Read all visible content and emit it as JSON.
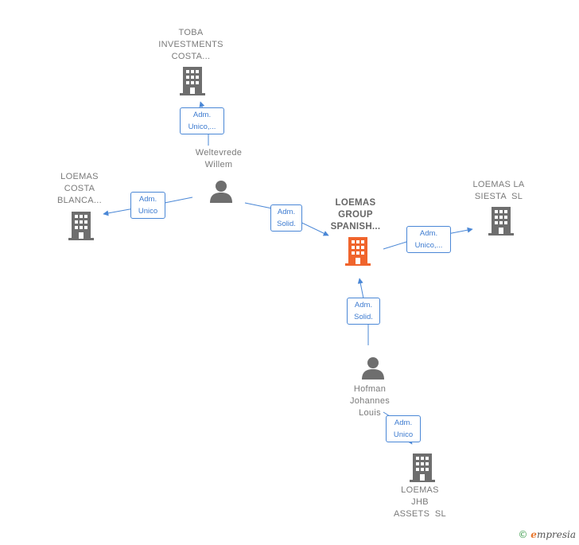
{
  "colors": {
    "edge": "#4a87d6",
    "building_default": "#6e6e6e",
    "building_focus": "#f0642c",
    "person": "#6e6e6e"
  },
  "nodes": {
    "toba": {
      "icon": "building-icon",
      "lines": [
        "TOBA",
        "INVESTMENTS",
        "COSTA..."
      ]
    },
    "weltevrede": {
      "icon": "person-icon",
      "lines": [
        "Weltevrede",
        "Willem"
      ]
    },
    "loemas_costa": {
      "icon": "building-icon",
      "lines": [
        "LOEMAS",
        "COSTA",
        "BLANCA..."
      ]
    },
    "loemas_group": {
      "icon": "building-icon",
      "lines": [
        "LOEMAS",
        "GROUP",
        "SPANISH..."
      ]
    },
    "loemas_siesta": {
      "icon": "building-icon",
      "lines": [
        "LOEMAS LA",
        "SIESTA  SL"
      ]
    },
    "hofman": {
      "icon": "person-icon",
      "lines": [
        "Hofman",
        "Johannes",
        "Louis"
      ]
    },
    "loemas_jhb": {
      "icon": "building-icon",
      "lines": [
        "LOEMAS",
        "JHB",
        "ASSETS  SL"
      ]
    }
  },
  "edges": {
    "w_toba": {
      "lines": [
        "Adm.",
        "Unico,..."
      ]
    },
    "w_costa": {
      "lines": [
        "Adm.",
        "Unico"
      ]
    },
    "w_group": {
      "lines": [
        "Adm.",
        "Solid."
      ]
    },
    "group_siesta": {
      "lines": [
        "Adm.",
        "Unico,..."
      ]
    },
    "h_group": {
      "lines": [
        "Adm.",
        "Solid."
      ]
    },
    "h_jhb": {
      "lines": [
        "Adm.",
        "Unico"
      ]
    }
  },
  "footer": {
    "copyright": "©",
    "brand_initial": "e",
    "brand_rest": "mpresia"
  }
}
